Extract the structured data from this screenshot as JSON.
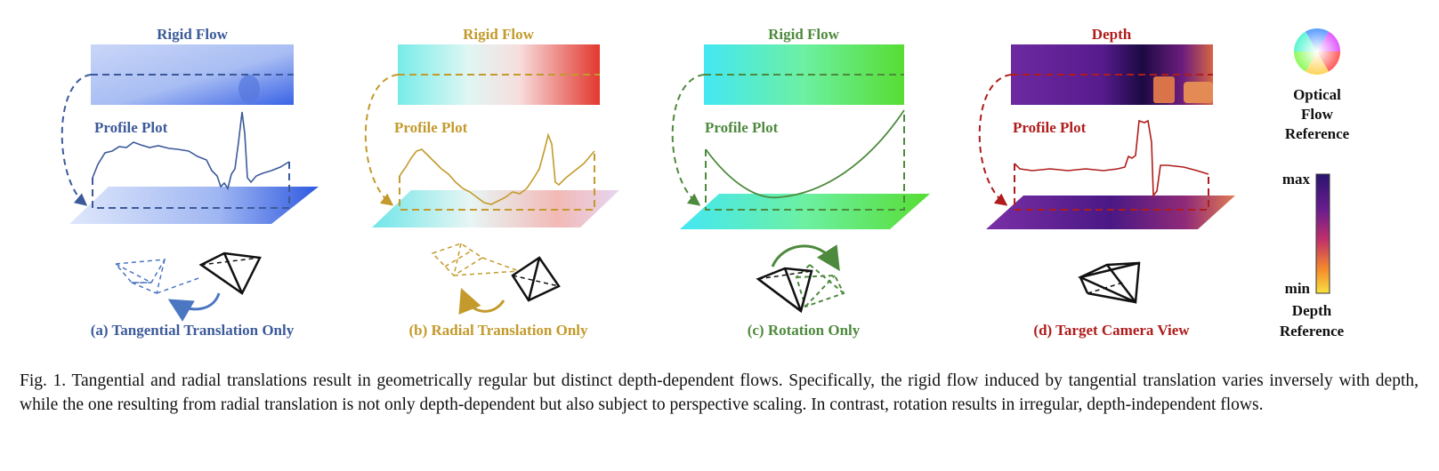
{
  "panels": [
    {
      "id": "a",
      "title": "Rigid Flow",
      "profile_label": "Profile Plot",
      "subcaption": "(a) Tangential Translation Only",
      "color": "#3c5a9a"
    },
    {
      "id": "b",
      "title": "Rigid Flow",
      "profile_label": "Profile Plot",
      "subcaption": "(b) Radial Translation Only",
      "color": "#c39a2b"
    },
    {
      "id": "c",
      "title": "Rigid Flow",
      "profile_label": "Profile Plot",
      "subcaption": "(c) Rotation Only",
      "color": "#4e8a3e"
    },
    {
      "id": "d",
      "title": "Depth",
      "profile_label": "Profile Plot",
      "subcaption": "(d) Target Camera View",
      "color": "#b01c1c"
    }
  ],
  "legend": {
    "optical_flow_label_lines": [
      "Optical",
      "Flow",
      "Reference"
    ],
    "depth_max": "max",
    "depth_min": "min",
    "depth_label_lines": [
      "Depth",
      "Reference"
    ]
  },
  "caption": {
    "text": "Fig. 1.  Tangential and radial translations result in geometrically regular but distinct depth-dependent flows. Specifically, the rigid flow induced by tangential translation varies inversely with depth, while the one resulting from radial translation is not only depth-dependent but also subject to perspective scaling. In contrast, rotation results in irregular, depth-independent flows."
  }
}
